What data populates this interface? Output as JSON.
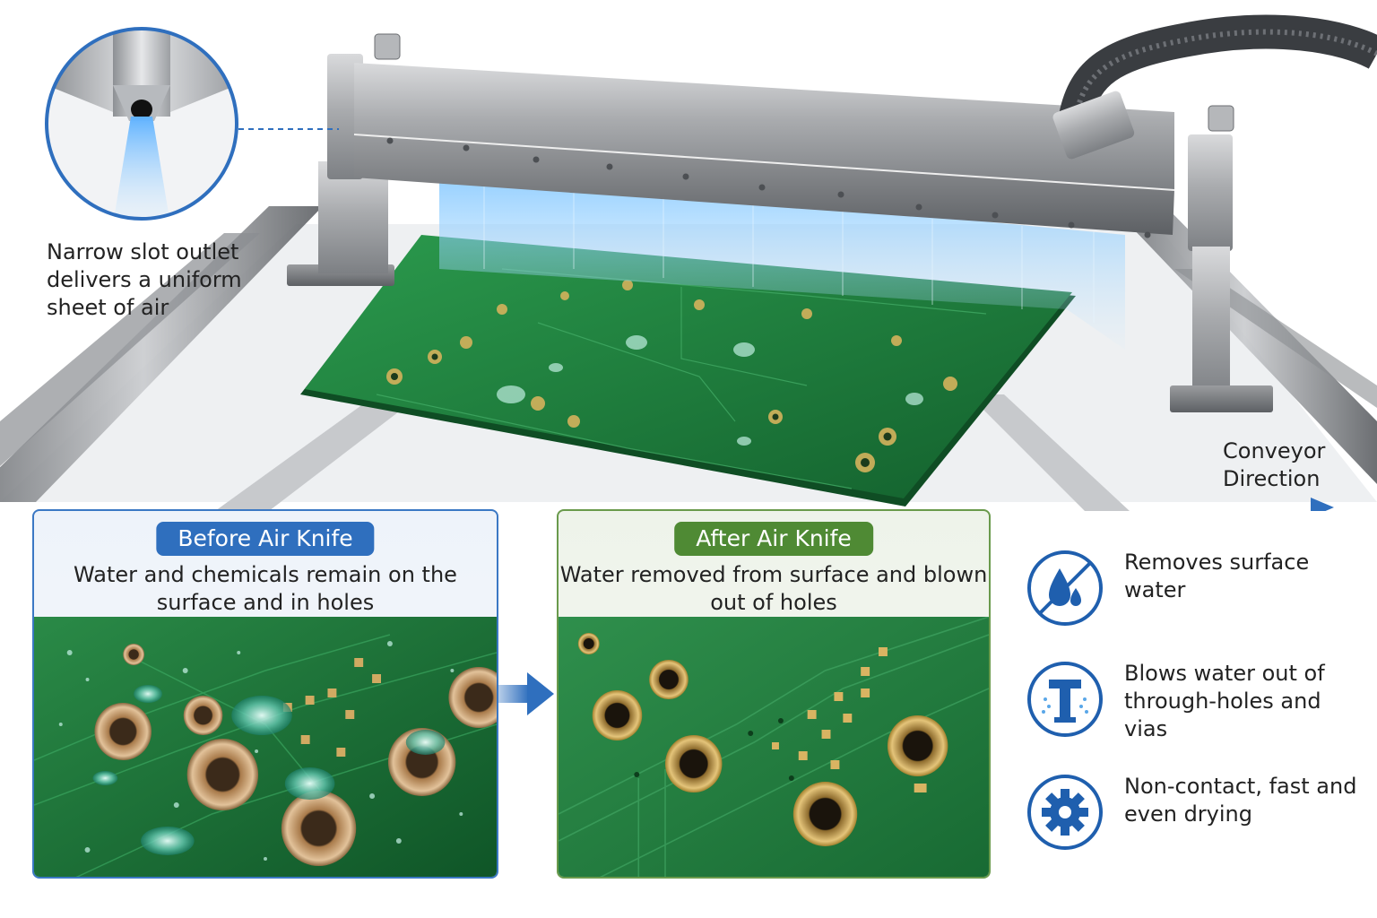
{
  "callout": {
    "text": "Narrow slot outlet delivers a uniform sheet of air"
  },
  "conveyor": {
    "label": "Conveyor Direction"
  },
  "before": {
    "title": "Before Air Knife",
    "description": "Water and chemicals remain on the surface and in holes"
  },
  "after": {
    "title": "After Air Knife",
    "description": "Water removed from surface and blown out of holes"
  },
  "features": [
    {
      "icon": "no-water-drop-icon",
      "text": "Removes surface water"
    },
    {
      "icon": "through-hole-air-icon",
      "text": "Blows water out of through-holes and vias"
    },
    {
      "icon": "gear-icon",
      "text": "Non-contact, fast and even drying"
    }
  ],
  "colors": {
    "before_accent": "#2f6fbe",
    "after_accent": "#4f8a34",
    "icon_blue": "#1f5fae",
    "pcb_green": "#1f7a3a",
    "air_blue": "#8fd0ff"
  }
}
